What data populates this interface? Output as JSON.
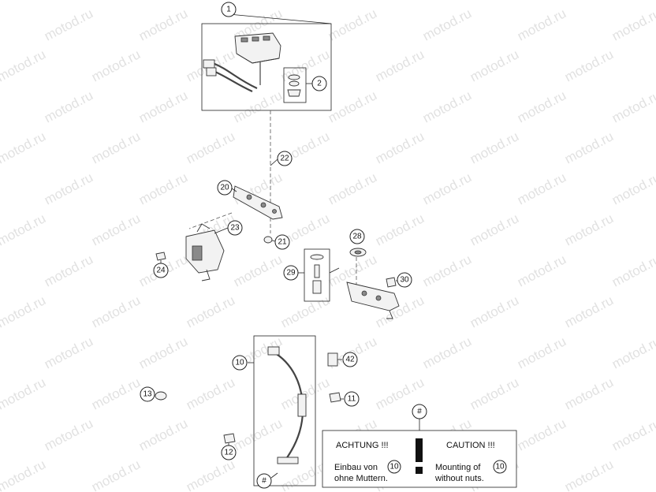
{
  "watermark": "motod.ru",
  "callouts": {
    "c1": "1",
    "c2": "2",
    "c22": "22",
    "c20": "20",
    "c23": "23",
    "c21": "21",
    "c24": "24",
    "c28": "28",
    "c29": "29",
    "c30": "30",
    "c10": "10",
    "c42": "42",
    "c13": "13",
    "c11": "11",
    "c12": "12",
    "c_hash_box": "#",
    "c_hash_note": "#"
  },
  "note": {
    "left_title": "ACHTUNG !!!",
    "left_line1": "Einbau von",
    "left_line2": "ohne Muttern.",
    "left_ref": "10",
    "right_title": "CAUTION !!!",
    "right_line1": "Mounting of",
    "right_line2": "without nuts.",
    "right_ref": "10",
    "warning_icon": "exclamation-icon"
  }
}
